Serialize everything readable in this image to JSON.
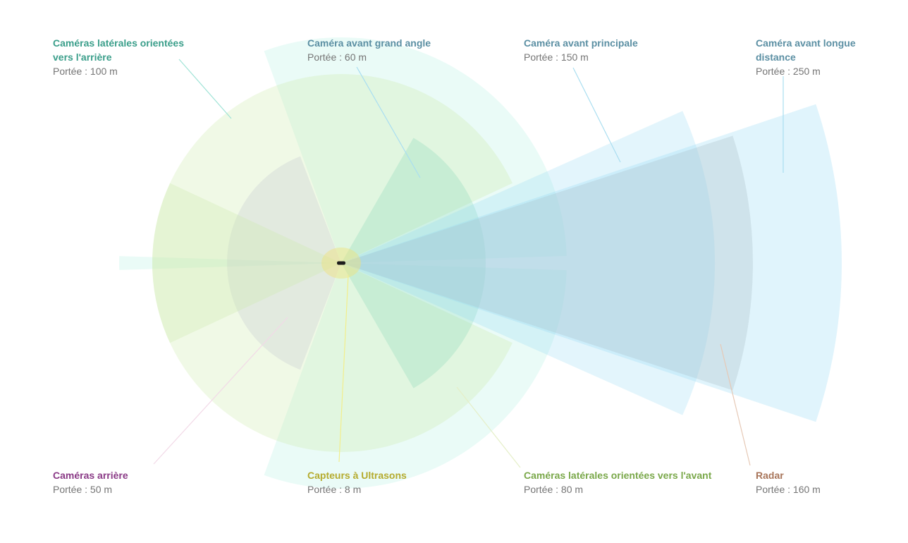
{
  "sensors": {
    "side_rear": {
      "title": "Caméras latérales orientées vers l'arrière",
      "range": "Portée : 100 m",
      "color": "#3a9e8a",
      "fill": "#7de8cf"
    },
    "wide": {
      "title": "Caméra avant grand angle",
      "range": "Portée : 60 m",
      "color": "#5b8fa3",
      "fill": "#c8e9a6"
    },
    "main": {
      "title": "Caméra avant principale",
      "range": "Portée : 150 m",
      "color": "#5b8fa3",
      "fill": "#8fd6f5"
    },
    "long": {
      "title": "Caméra avant longue distance",
      "range": "Portée : 250 m",
      "color": "#5b8fa3",
      "fill": "#8fd6f5"
    },
    "rear": {
      "title": "Caméras arrière",
      "range": "Portée : 50 m",
      "color": "#8a3a86",
      "fill": "#c9c4e6"
    },
    "ultrasonic": {
      "title": "Capteurs à Ultrasons",
      "range": "Portée : 8 m",
      "color": "#b5ab2e",
      "fill": "#f0e27a"
    },
    "side_front": {
      "title": "Caméras latérales orientées vers l'avant",
      "range": "Portée : 80 m",
      "color": "#7aa84a",
      "fill": "#c8e9a6"
    },
    "radar": {
      "title": "Radar",
      "range": "Portée : 160 m",
      "color": "#a8755a",
      "fill": "#b9b9b9"
    }
  },
  "car": {
    "icon": "car-icon",
    "color": "#1c1c1c"
  }
}
